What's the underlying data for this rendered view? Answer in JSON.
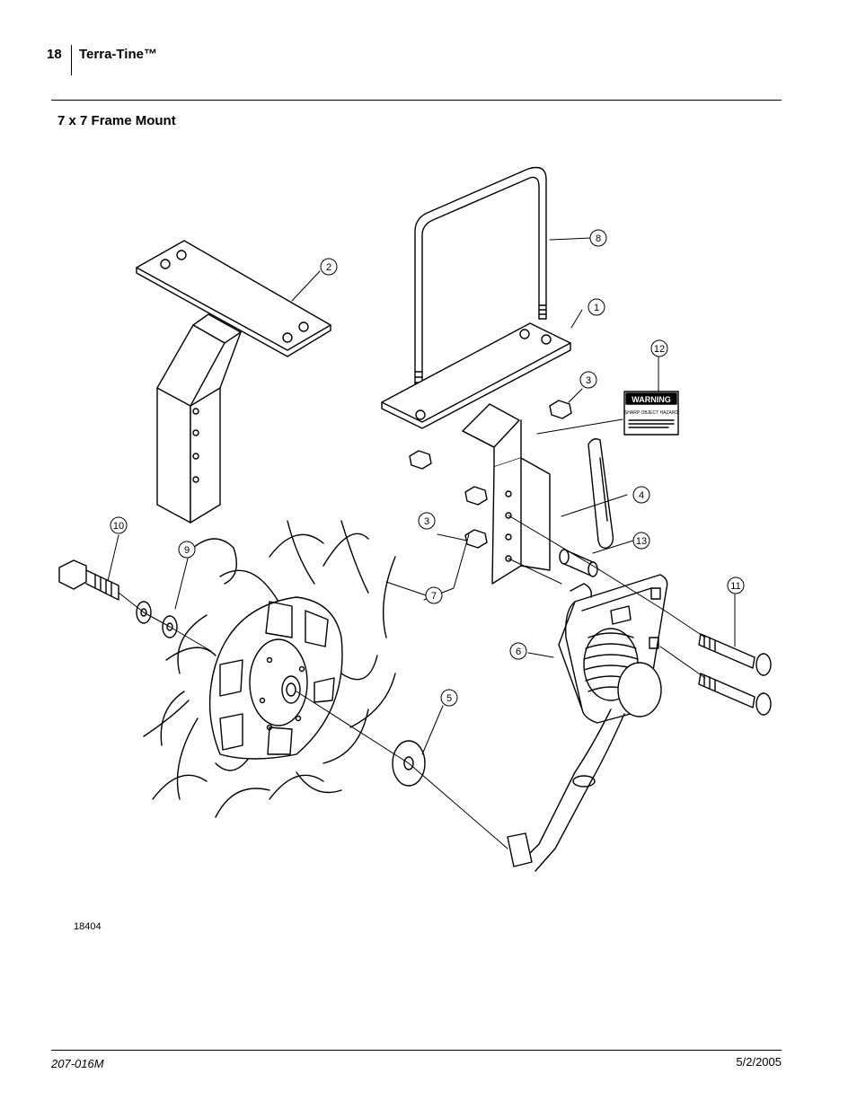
{
  "header": {
    "page_number": "18",
    "title": "Terra-Tine™"
  },
  "section": {
    "title": "7 x 7 Frame Mount"
  },
  "diagram": {
    "callouts": [
      "1",
      "2",
      "3",
      "3",
      "4",
      "5",
      "6",
      "7",
      "8",
      "9",
      "10",
      "11",
      "12",
      "13"
    ],
    "warning_decal": {
      "heading": "WARNING",
      "subheading": "SHARP OBJECT HAZARD"
    },
    "figure_number": "18404"
  },
  "footer": {
    "part_number": "207-016M",
    "date": "5/2/2005"
  }
}
